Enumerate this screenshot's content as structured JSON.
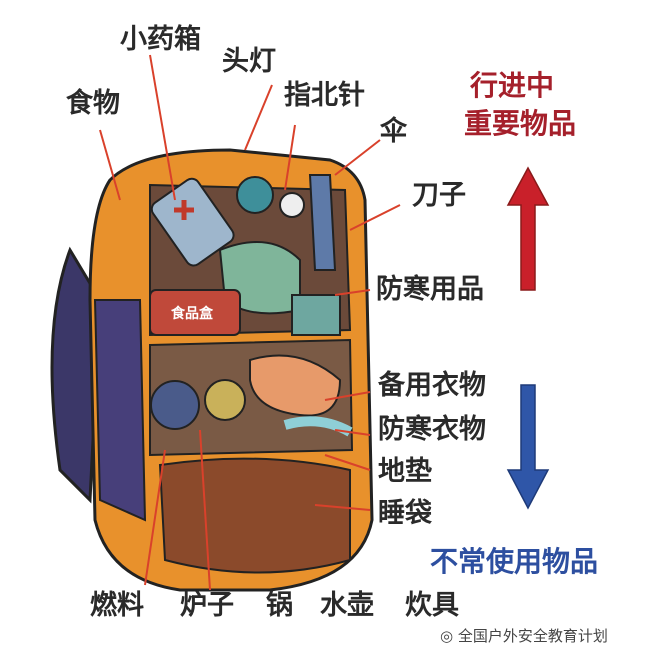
{
  "colors": {
    "important": "#b0202a",
    "rare": "#2d4fa0",
    "backpack": "#e8912c",
    "arrow": "#d9412b"
  },
  "top_labels": [
    "小药箱",
    "头灯",
    "食物",
    "指北针",
    "伞",
    "刀子"
  ],
  "right_labels": [
    "防寒用品",
    "备用衣物",
    "防寒衣物",
    "地垫",
    "睡袋"
  ],
  "bottom_labels": [
    "燃料",
    "炉子",
    "锅",
    "水壶",
    "炊具"
  ],
  "important_heading": [
    "行进中",
    "重要物品"
  ],
  "rare_heading": "不常使用物品",
  "watermark": "全国户外安全教育计划",
  "illustration_text": "食品盒"
}
